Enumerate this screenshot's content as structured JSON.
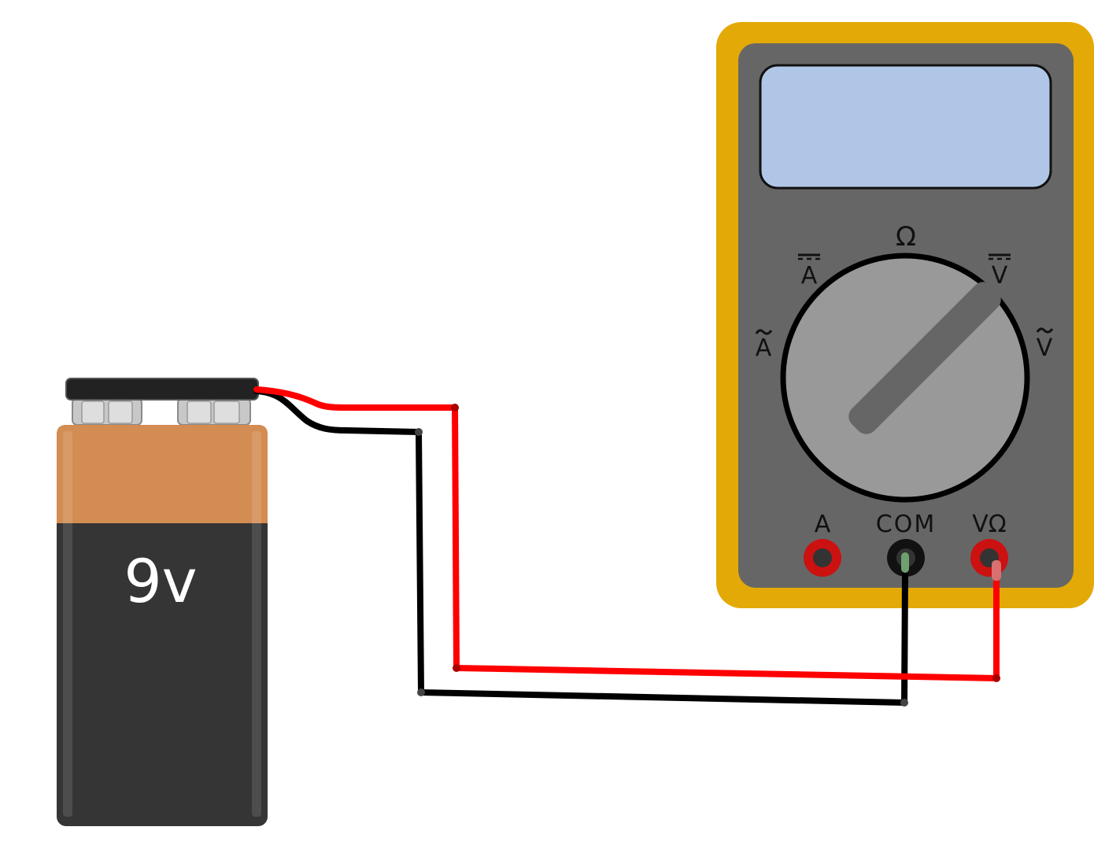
{
  "battery": {
    "label": "9v",
    "colors": {
      "cap": "#d38c52",
      "body": "#353535",
      "connector": "#222222"
    }
  },
  "multimeter": {
    "colors": {
      "case": "#e3a907",
      "face": "#666666",
      "display": "#b0c6e6",
      "dial": "#999999"
    },
    "display_text": "",
    "dial_positions": [
      {
        "name": "ohm-position",
        "label": "Ω"
      },
      {
        "name": "dc-amps-position",
        "label": "A",
        "symbol": "dc"
      },
      {
        "name": "dc-volts-position",
        "label": "V",
        "symbol": "dc"
      },
      {
        "name": "ac-amps-position",
        "label": "A",
        "symbol": "ac"
      },
      {
        "name": "ac-volts-position",
        "label": "V",
        "symbol": "ac"
      }
    ],
    "ports": [
      {
        "name": "port-a",
        "label": "A",
        "color": "#cc1111"
      },
      {
        "name": "port-com",
        "label": "COM",
        "color": "#111111"
      },
      {
        "name": "port-v-ohm",
        "label": "VΩ",
        "color": "#cc1111"
      }
    ]
  },
  "wires": {
    "positive": {
      "color": "#ff0000"
    },
    "negative": {
      "color": "#000000"
    }
  }
}
